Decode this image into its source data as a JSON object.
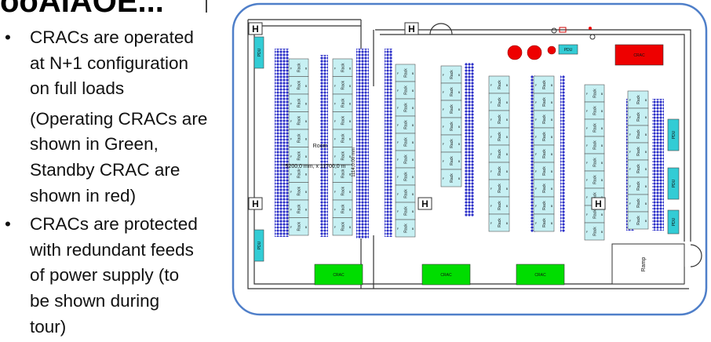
{
  "title_fragment": "ooAIAOE...",
  "bullets": [
    {
      "text_lines": [
        "CRACs are operated",
        "at N+1 configuration",
        "on full loads"
      ],
      "sub_lines": [
        "(Operating CRACs are",
        "shown in Green,",
        "Standby CRAC are",
        "shown in red)"
      ]
    },
    {
      "text_lines": [
        "CRACs are protected",
        "with redundant feeds",
        "of power supply (to",
        "be shown during",
        "tour)"
      ]
    }
  ],
  "bullet_char": "•",
  "floorplan": {
    "room_label": "Room",
    "room_dimensions": "5200,0 mm, x 11700,0 m",
    "room_height": "1114,0.00 mm",
    "rack_label": "Rack",
    "rack_front": "F",
    "rack_back": "B",
    "pdu_label": "PDU",
    "crac_label": "CRAC",
    "ramp_label": "Ramp",
    "pillar_label": "H",
    "colors": {
      "border": "#4f7fc9",
      "rack_fill": "#c7f0f3",
      "pdu_fill": "#33ccd5",
      "crac_operating": "#00dd00",
      "crac_standby": "#ee0000",
      "tile": "#2a2ec8",
      "wall": "#333333"
    }
  }
}
